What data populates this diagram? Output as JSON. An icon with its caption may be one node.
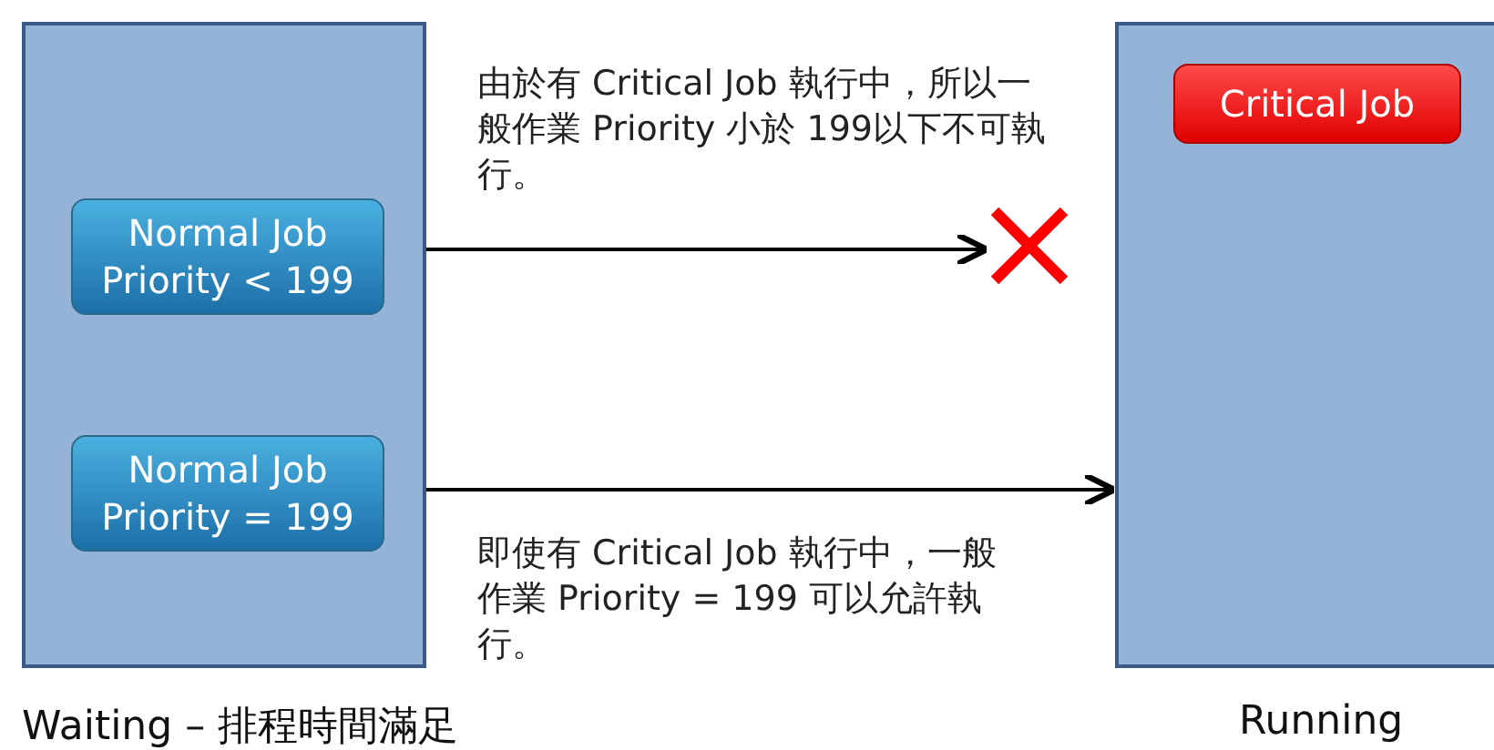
{
  "diagram": {
    "nodes": [
      {
        "text": [
          "Waiting – 排程時間滿足"
        ]
      },
      {
        "text": [
          "Normal Job Priority < 199"
        ],
        "in": 0
      },
      {
        "text": [
          "Normal Job Priority = 199"
        ],
        "in": 0
      },
      {
        "text": [
          "Running"
        ]
      },
      {
        "text": [
          "Critical Job"
        ],
        "in": 3
      },
      {
        "text": [],
        "shape": "cross"
      }
    ],
    "edges": [
      {
        "from": 1,
        "to": 5,
        "arrow": "to",
        "label": "由於有 Critical Job 執行中，所以一般作業 Priority 小於 199以下不可執行。"
      },
      {
        "from": 2,
        "to": 3,
        "arrow": "to",
        "label": "即使有 Critical Job 執行中，一般作業 Priority = 199 可以允許執行。"
      }
    ]
  }
}
